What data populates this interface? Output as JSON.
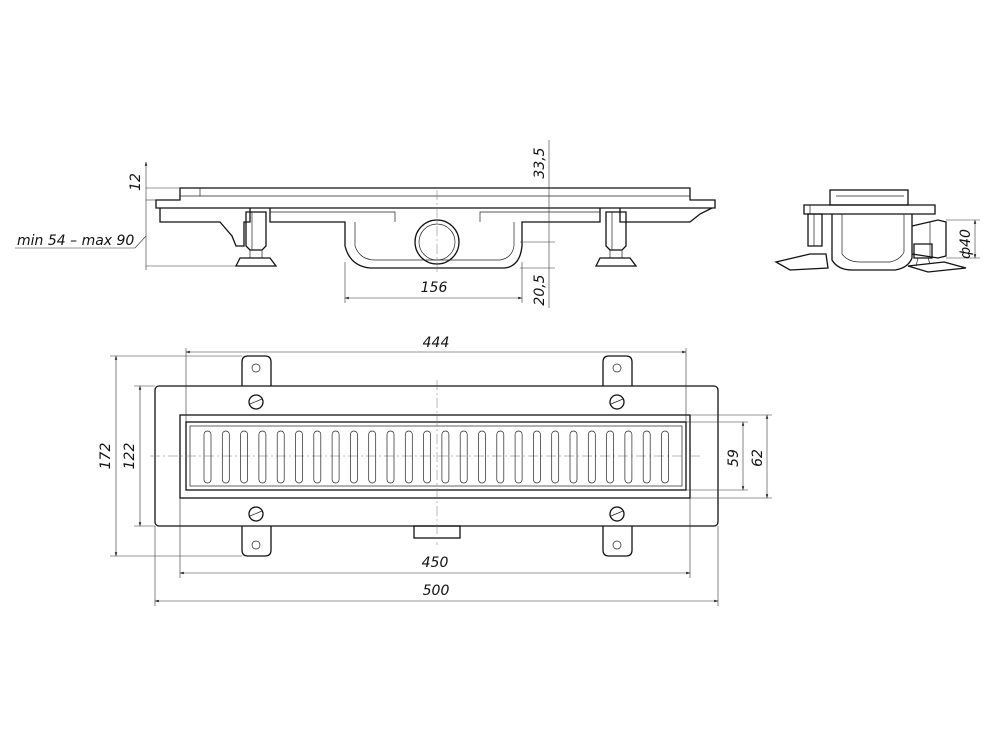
{
  "dimensions": {
    "grate_length": "444",
    "body_length": "450",
    "overall_length": "500",
    "overall_width": "172",
    "body_width": "122",
    "grate_width": "59",
    "channel_width": "62",
    "flange_thickness": "12",
    "installation_height": "min 54 – max 90",
    "outlet_spacing": "156",
    "top_height": "33,5",
    "bottom_height": "20,5",
    "outlet_diameter": "ф40"
  }
}
